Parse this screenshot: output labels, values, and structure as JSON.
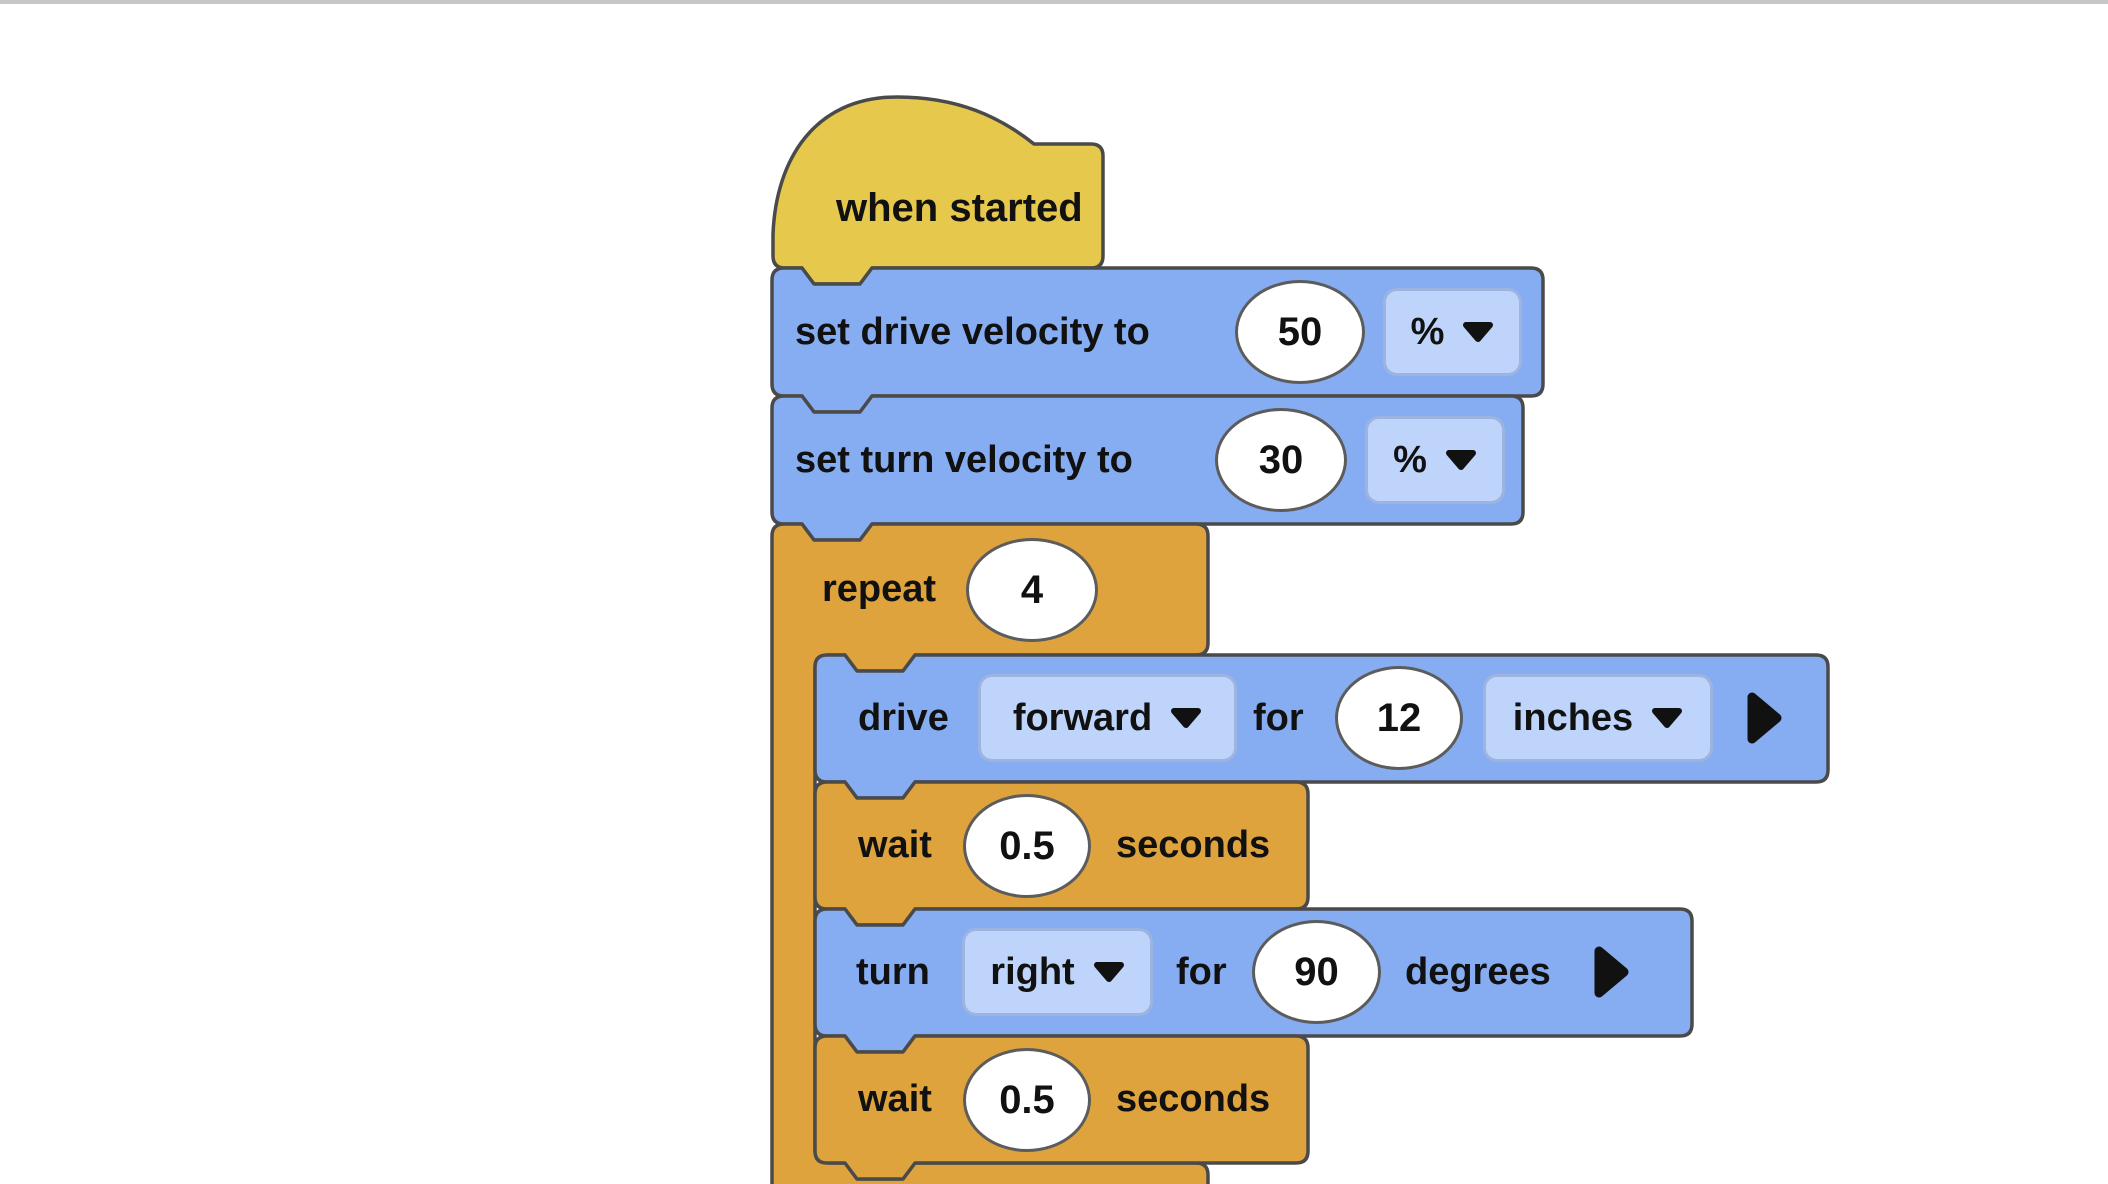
{
  "canvas": {
    "width": "2108",
    "height": "1184",
    "background": "#ffffff",
    "top_divider_color": "#c6c6c6"
  },
  "palette": {
    "event_yellow": "#e6c94c",
    "drivetrain_blue": "#86adf1",
    "control_orange": "#dfa33e",
    "dropdown_fill": "#bed4fa",
    "input_fill": "#ffffff",
    "block_outline": "#4a4a4a",
    "text_color": "#111111"
  },
  "program": {
    "when_started": {
      "label": "when started"
    },
    "set_drive_velocity": {
      "label": "set drive velocity to",
      "value": "50",
      "unit": "%"
    },
    "set_turn_velocity": {
      "label": "set turn velocity to",
      "value": "30",
      "unit": "%"
    },
    "repeat": {
      "label": "repeat",
      "count": "4"
    },
    "drive": {
      "label": "drive",
      "direction": "forward",
      "preposition": "for",
      "distance": "12",
      "unit": "inches"
    },
    "wait_first": {
      "label": "wait",
      "duration": "0.5",
      "unit_label": "seconds"
    },
    "turn": {
      "label": "turn",
      "direction": "right",
      "preposition": "for",
      "angle": "90",
      "unit_label": "degrees"
    },
    "wait_second": {
      "label": "wait",
      "duration": "0.5",
      "unit_label": "seconds"
    }
  }
}
